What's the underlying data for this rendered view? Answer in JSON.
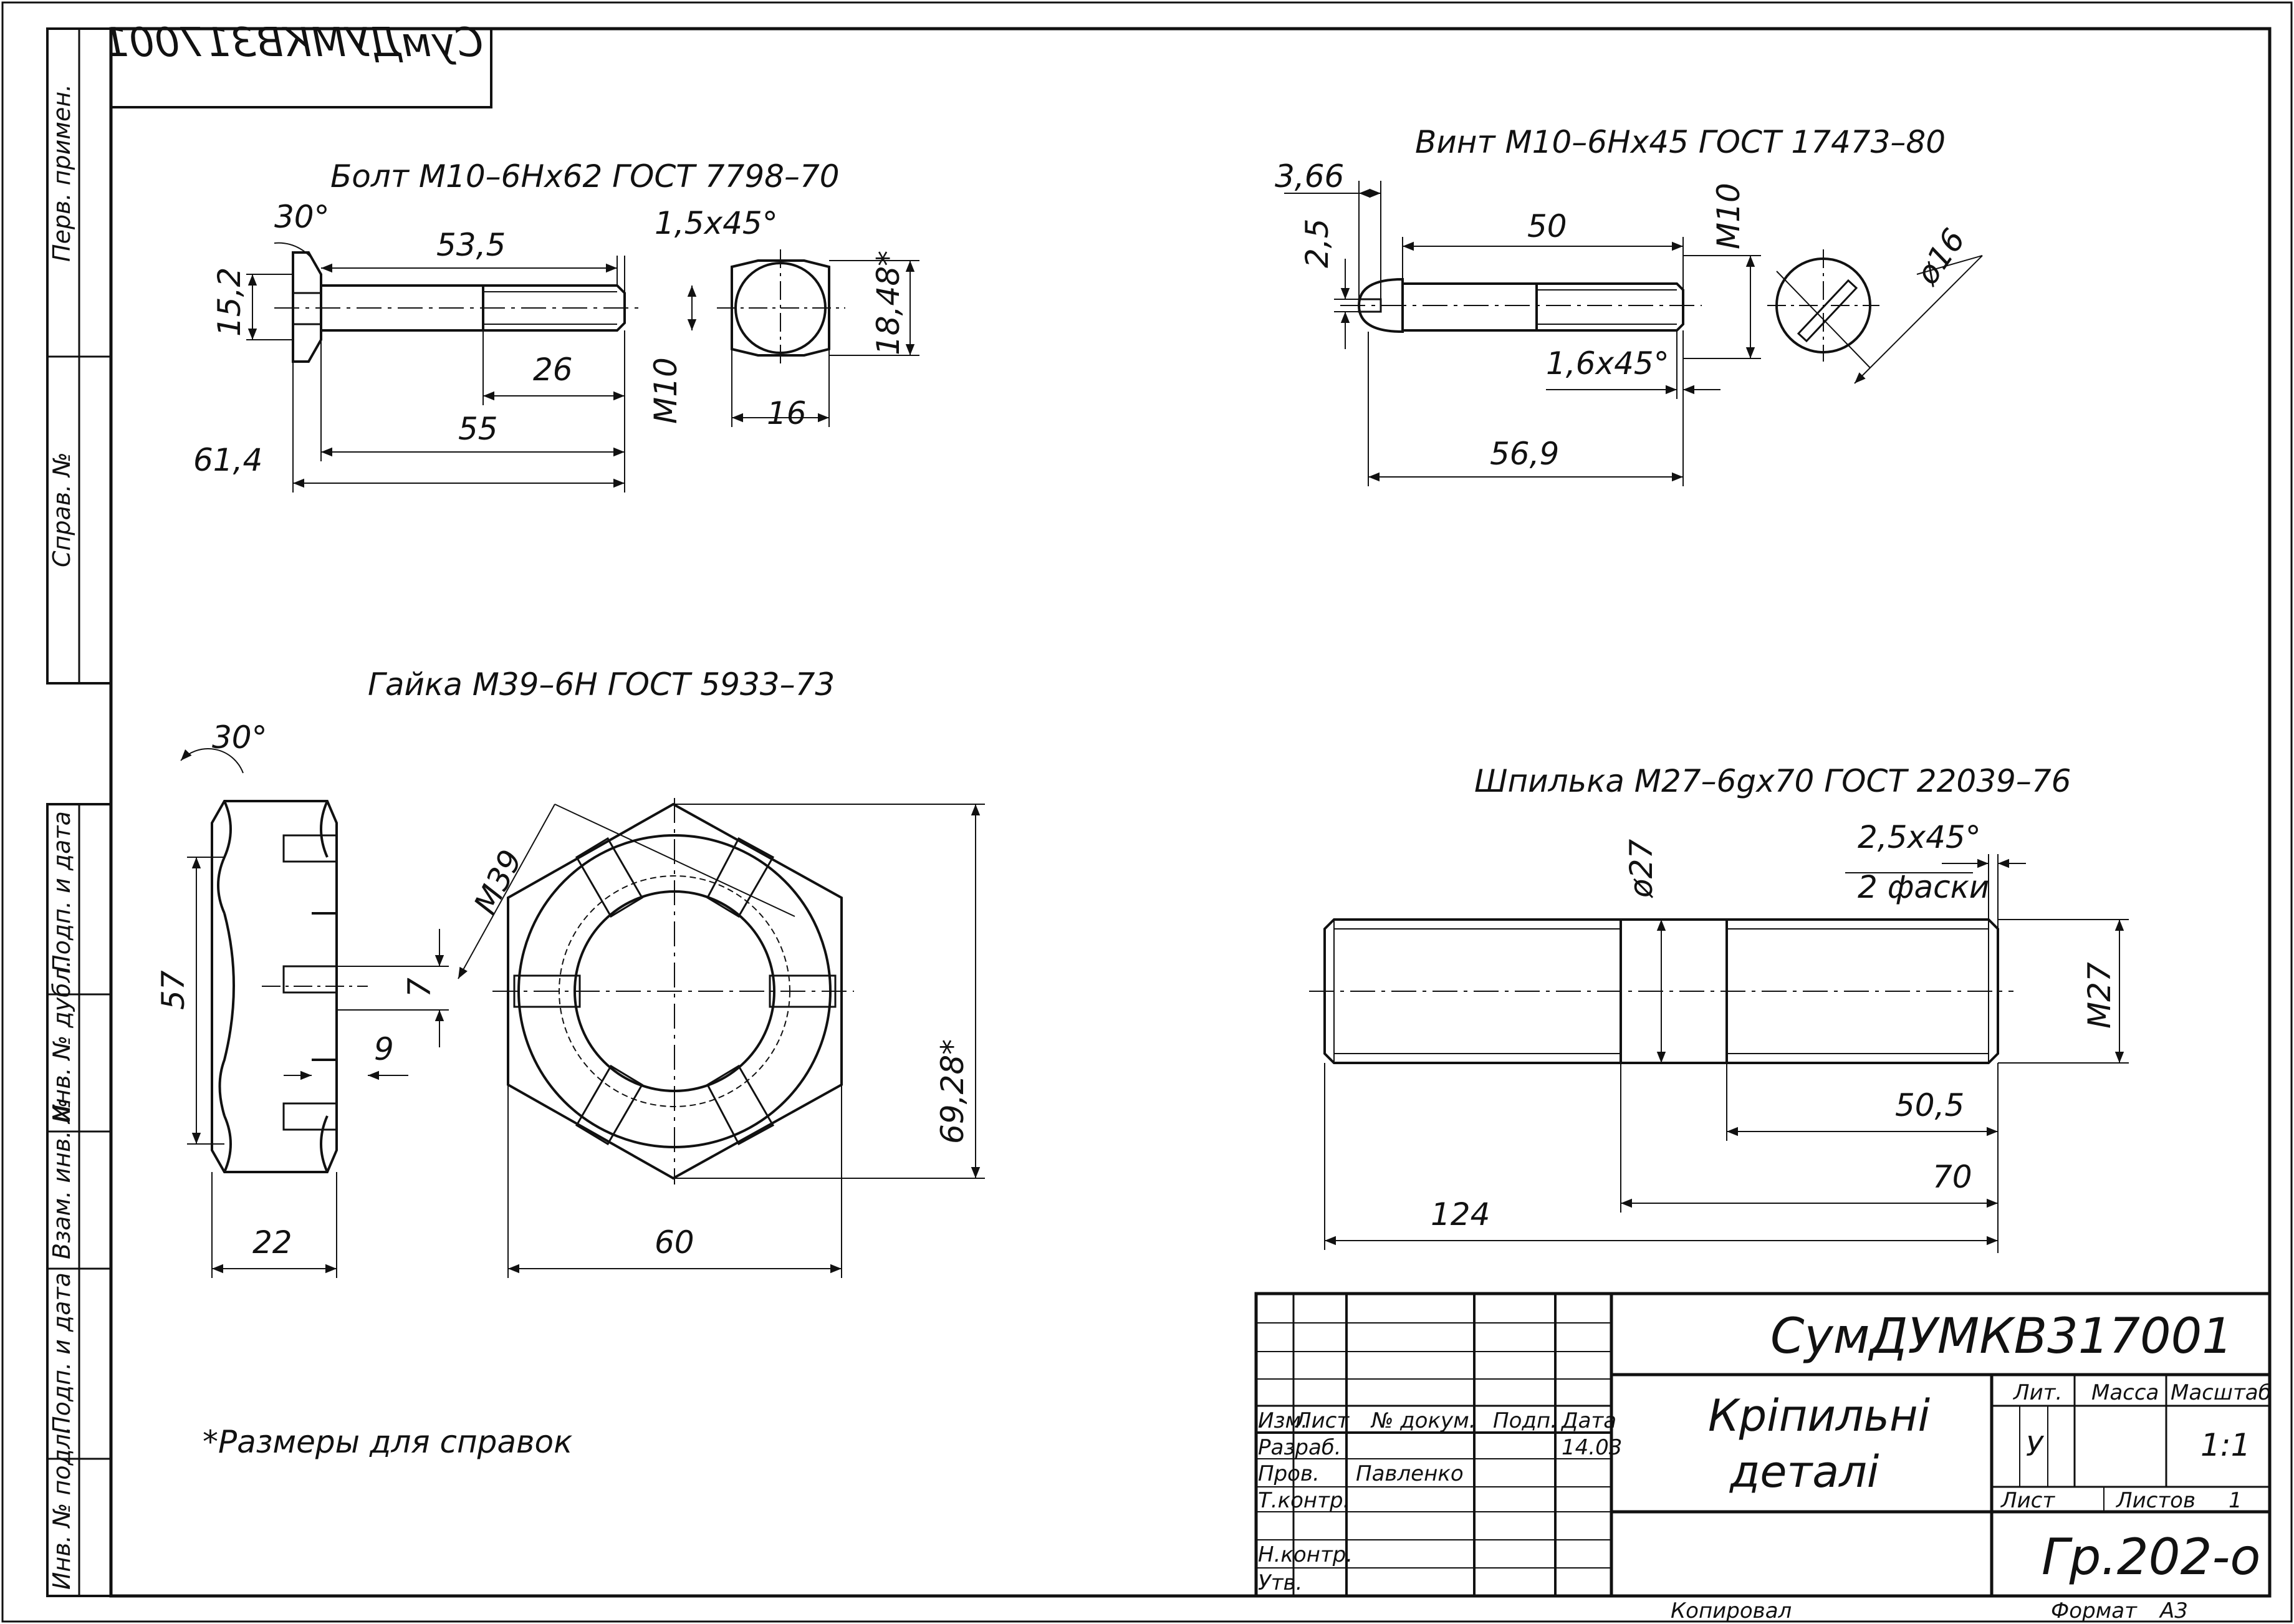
{
  "sheet": {
    "doc_code_mirrored": "СумДУМКВ317001",
    "notes": "*Размеры для справок",
    "side_stamp": {
      "perv_primen": "Перв. примен.",
      "sprav_no": "Справ. №",
      "podp_data_1": "Подп. и дата",
      "inv_dubl": "Инв. № дубл.",
      "vzam_inv": "Взам. инв. №",
      "podp_data_2": "Подп. и дата",
      "inv_podl": "Инв. № подл."
    }
  },
  "views": {
    "bolt": {
      "title": "Болт М10–6Нх62 ГОСТ 7798–70",
      "dims": {
        "angle": "30°",
        "len_thread": "53,5",
        "chamfer": "1,5х45°",
        "head_h": "15,2",
        "thread_len": "26",
        "shank": "55",
        "total": "61,4",
        "thread": "М10",
        "across_corners": "18,48*",
        "across_flats": "16"
      }
    },
    "screw": {
      "title": "Винт М10–6Нх45 ГОСТ 17473–80",
      "dims": {
        "head": "3,66",
        "slot": "2,5",
        "length": "50",
        "thread": "М10",
        "chamfer": "1,6х45°",
        "total": "56,9",
        "dia": "ø16"
      }
    },
    "nut": {
      "title": "Гайка М39–6Н ГОСТ 5933–73",
      "dims": {
        "angle": "30°",
        "height": "57",
        "slot_w": "7",
        "slot_d": "9",
        "width": "22",
        "thread": "М39",
        "across_corners": "69,28*",
        "across_flats": "60"
      }
    },
    "stud": {
      "title": "Шпилька М27–6gх70 ГОСТ 22039–76",
      "dims": {
        "dia": "ø27",
        "chamfer": "2,5х45°",
        "chamfer_note": "2 фаски",
        "thread": "М27",
        "l1": "50,5",
        "l2": "70",
        "total": "124"
      }
    }
  },
  "title_block": {
    "doc_code": "СумДУМКВ317001",
    "name_line1": "Кріпильні",
    "name_line2": "деталі",
    "headers": {
      "izm": "Изм.",
      "list": "Лист",
      "dokum": "№ докум.",
      "podp": "Подп.",
      "data": "Дата"
    },
    "rows": {
      "razrab": "Разраб.",
      "prov": "Пров.",
      "tkontr": "Т.контр.",
      "nkontr": "Н.контр.",
      "utv": "Утв."
    },
    "prov_name": "Павленко",
    "date": "14.03",
    "lit_label": "Лит.",
    "massa_label": "Масса",
    "masshtab_label": "Масштаб",
    "lit_value": "У",
    "scale_value": "1:1",
    "list_label": "Лист",
    "listov_label": "Листов",
    "listov_value": "1",
    "group": "Гр.202-о",
    "kopiroval": "Копировал",
    "format_label": "Формат",
    "format_value": "А3"
  }
}
